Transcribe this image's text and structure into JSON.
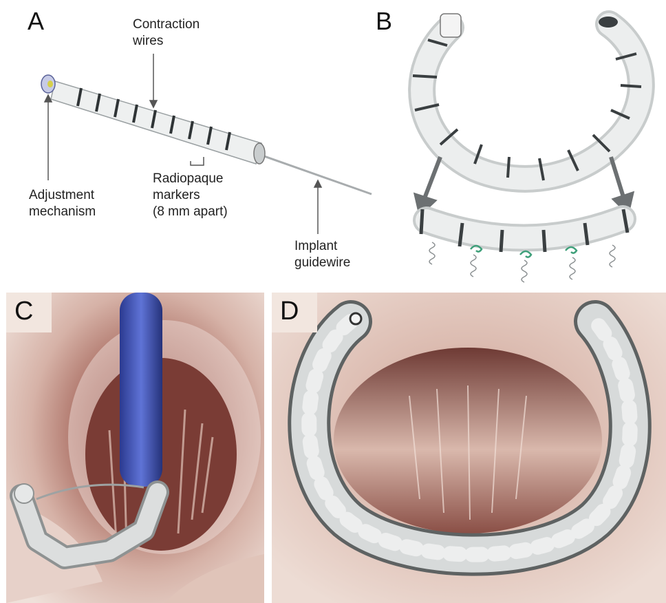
{
  "figure": {
    "panel_a": {
      "letter": "A",
      "labels": {
        "contraction_wires": "Contraction\nwires",
        "radiopaque_markers": "Radiopaque\nmarkers\n(8 mm apart)",
        "adjustment_mechanism": "Adjustment\nmechanism",
        "implant_guidewire": "Implant\nguidewire"
      }
    },
    "panel_b": {
      "letter": "B"
    },
    "panel_c": {
      "letter": "C"
    },
    "panel_d": {
      "letter": "D"
    },
    "colors": {
      "catheter_blue": "#3b4fb0",
      "tissue": "#d8b5a8",
      "tissue_dark": "#6e3a34",
      "device_gray": "#d9dcdc",
      "marker_dark": "#2f3436",
      "anchor_green": "#3fa07a"
    }
  }
}
